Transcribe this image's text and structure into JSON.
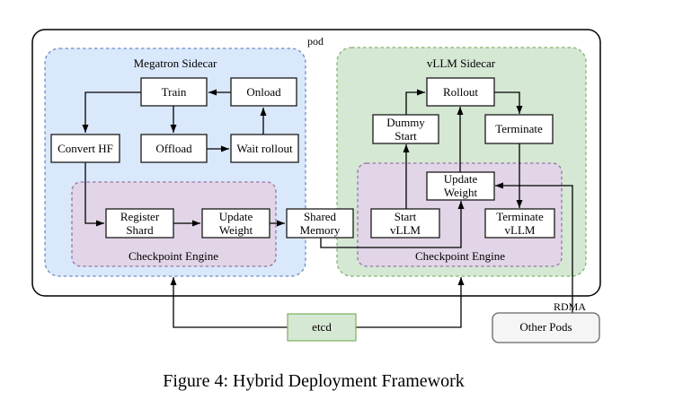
{
  "diagram": {
    "pod_label": "pod",
    "caption": "Figure 4: Hybrid Deployment Framework",
    "rdma_label": "RDMA",
    "etcd_label": "etcd",
    "other_pods_label": "Other Pods",
    "shared_memory": {
      "line1": "Shared",
      "line2": "Memory"
    },
    "megatron": {
      "title": "Megatron Sidecar",
      "checkpoint_title": "Checkpoint Engine",
      "train": "Train",
      "onload": "Onload",
      "convert_hf": "Convert HF",
      "offload": "Offload",
      "wait_rollout": "Wait rollout",
      "register_shard": {
        "line1": "Register",
        "line2": "Shard"
      },
      "update_weight": {
        "line1": "Update",
        "line2": "Weight"
      }
    },
    "vllm": {
      "title": "vLLM Sidecar",
      "checkpoint_title": "Checkpoint Engine",
      "rollout": "Rollout",
      "dummy_start": {
        "line1": "Dummy",
        "line2": "Start"
      },
      "terminate": "Terminate",
      "update_weight": {
        "line1": "Update",
        "line2": "Weight"
      },
      "start_vllm": {
        "line1": "Start",
        "line2": "vLLM"
      },
      "terminate_vllm": {
        "line1": "Terminate",
        "line2": "vLLM"
      }
    }
  },
  "colors": {
    "megatron_fill": "#dae8fc",
    "megatron_border": "#6c8ebf",
    "vllm_fill": "#d5e8d4",
    "vllm_border": "#82b366",
    "checkpoint_fill": "#e1d5e7",
    "checkpoint_border": "#9673a6",
    "etcd_fill": "#d5e8d4",
    "etcd_border": "#82b366",
    "other_pods_fill": "#f5f5f5",
    "other_pods_border": "#666666"
  }
}
